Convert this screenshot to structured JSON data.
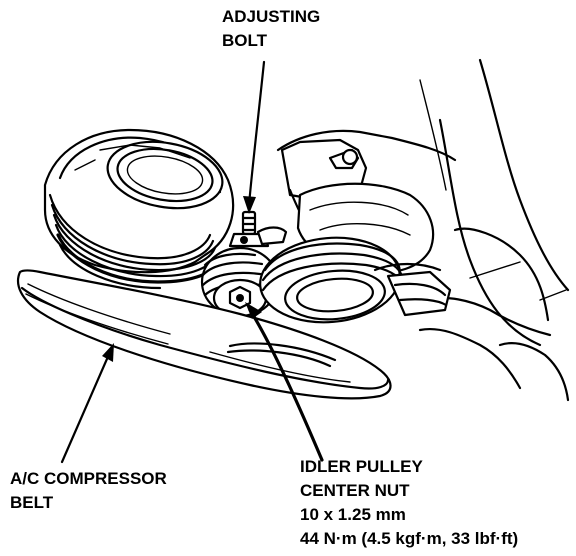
{
  "labels": {
    "adjusting_bolt": [
      "ADJUSTING",
      "BOLT"
    ],
    "ac_compressor_belt": [
      "A/C COMPRESSOR",
      "BELT"
    ],
    "idler_pulley_nut": [
      "IDLER PULLEY",
      "CENTER NUT",
      "10 x 1.25 mm",
      "44 N·m (4.5 kgf·m, 33 lbf·ft)"
    ]
  },
  "colors": {
    "ink": "#000000",
    "paper": "#ffffff"
  }
}
